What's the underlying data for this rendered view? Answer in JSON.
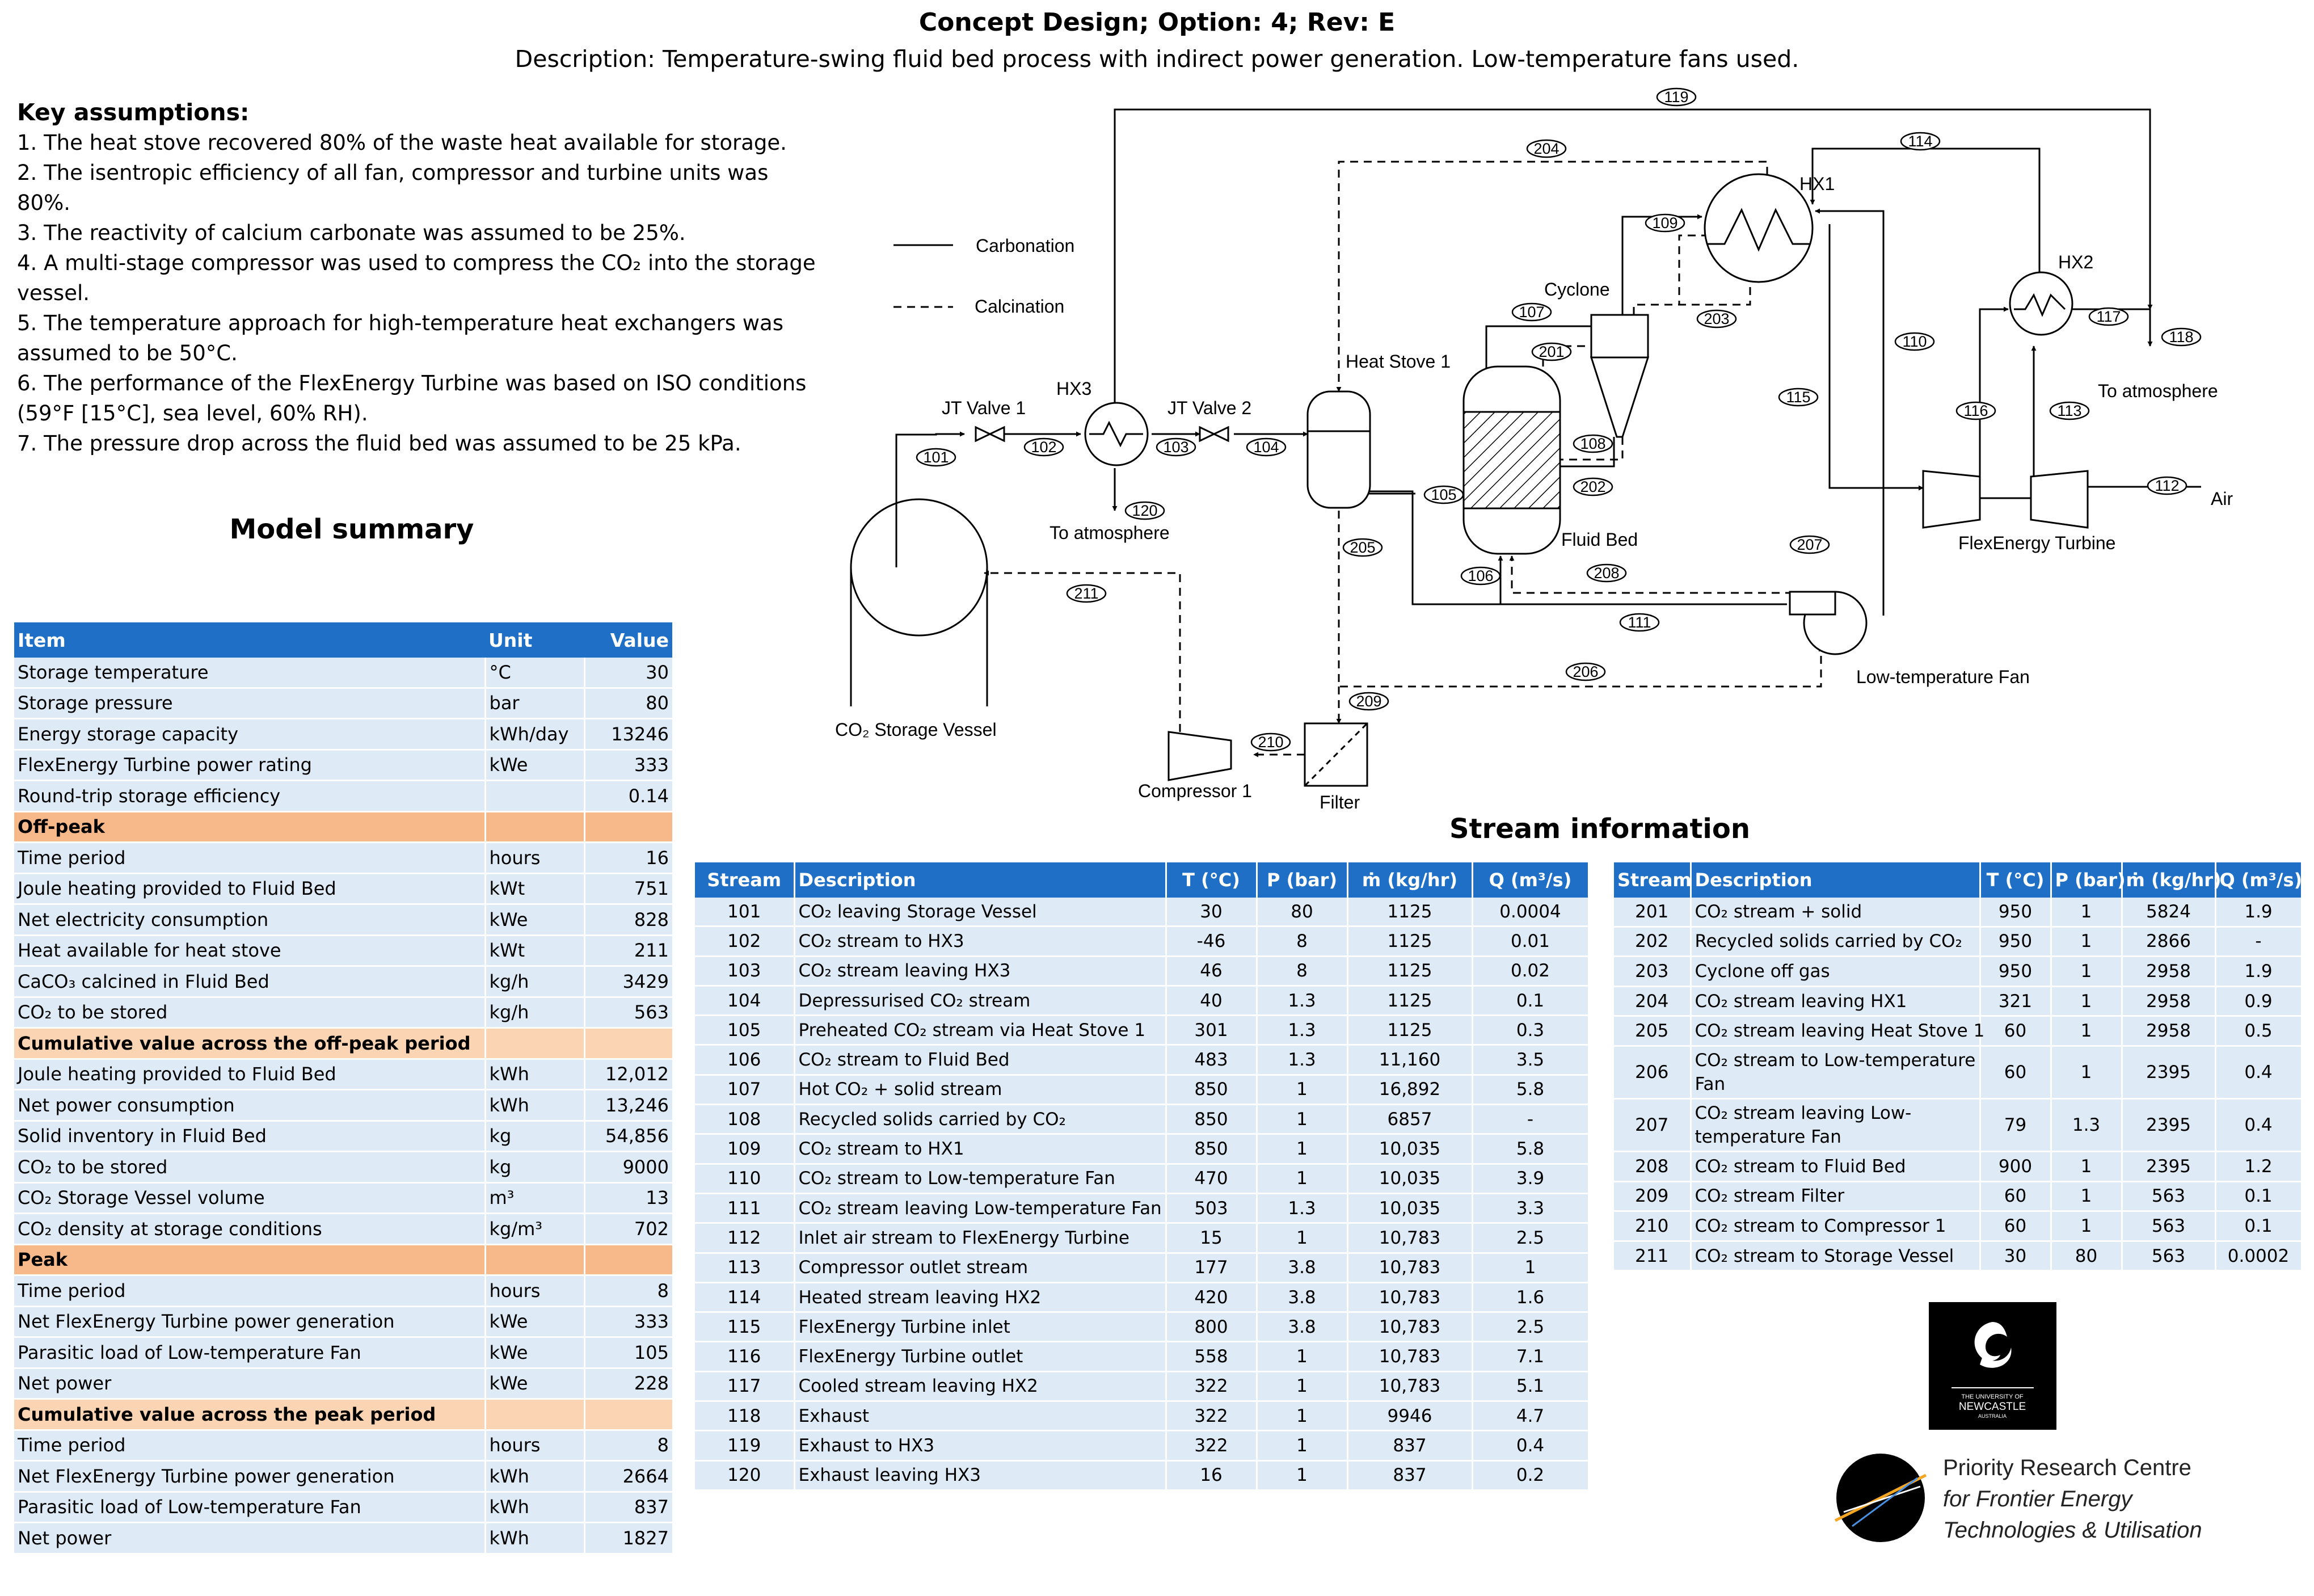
{
  "header": {
    "title": "Concept Design; Option: 4; Rev: E",
    "description": "Description: Temperature-swing fluid bed process with indirect power generation. Low-temperature fans used."
  },
  "key_assumptions": {
    "title": "Key assumptions:",
    "items": [
      "1. The heat stove recovered 80% of the waste heat available for storage.",
      "2. The isentropic efficiency of all fan, compressor and turbine units was 80%.",
      "3. The reactivity of calcium carbonate was assumed to be 25%.",
      "4. A multi-stage compressor was used to compress the CO₂ into the storage vessel.",
      "5. The temperature approach for high-temperature heat exchangers was assumed to be 50°C.",
      "6. The performance of the FlexEnergy Turbine was based on ISO conditions (59°F [15°C], sea level, 60% RH).",
      "7. The pressure drop across the fluid bed was assumed to be 25 kPa."
    ]
  },
  "model_summary": {
    "title": "Model summary",
    "headers": [
      "Item",
      "Unit",
      "Value"
    ],
    "rows": [
      {
        "type": "row",
        "item": "Storage temperature",
        "unit": "°C",
        "value": "30"
      },
      {
        "type": "row",
        "item": "Storage pressure",
        "unit": "bar",
        "value": "80"
      },
      {
        "type": "row",
        "item": "Energy storage capacity",
        "unit": "kWh/day",
        "value": "13246"
      },
      {
        "type": "row",
        "item": "FlexEnergy Turbine power rating",
        "unit": "kWe",
        "value": "333"
      },
      {
        "type": "row",
        "item": "Round-trip storage efficiency",
        "unit": "",
        "value": "0.14"
      },
      {
        "type": "sec",
        "item": "Off-peak",
        "unit": "",
        "value": ""
      },
      {
        "type": "row",
        "item": "Time period",
        "unit": "hours",
        "value": "16"
      },
      {
        "type": "row",
        "item": "Joule heating provided to Fluid Bed",
        "unit": "kWt",
        "value": "751"
      },
      {
        "type": "row",
        "item": "Net electricity consumption",
        "unit": "kWe",
        "value": "828"
      },
      {
        "type": "row",
        "item": "Heat available for heat stove",
        "unit": "kWt",
        "value": "211"
      },
      {
        "type": "row",
        "item": "CaCO₃ calcined in Fluid Bed",
        "unit": "kg/h",
        "value": "3429"
      },
      {
        "type": "row",
        "item": "CO₂ to be stored",
        "unit": "kg/h",
        "value": "563"
      },
      {
        "type": "sub",
        "item": "Cumulative value across the off-peak period",
        "unit": "",
        "value": ""
      },
      {
        "type": "row",
        "item": "Joule heating provided to Fluid Bed",
        "unit": "kWh",
        "value": "12,012"
      },
      {
        "type": "row",
        "item": "Net power consumption",
        "unit": "kWh",
        "value": "13,246"
      },
      {
        "type": "row",
        "item": "Solid inventory in Fluid Bed",
        "unit": "kg",
        "value": "54,856"
      },
      {
        "type": "row",
        "item": "CO₂ to be stored",
        "unit": "kg",
        "value": "9000"
      },
      {
        "type": "row",
        "item": "CO₂ Storage Vessel volume",
        "unit": "m³",
        "value": "13"
      },
      {
        "type": "row",
        "item": "CO₂ density at storage conditions",
        "unit": "kg/m³",
        "value": "702"
      },
      {
        "type": "sec",
        "item": "Peak",
        "unit": "",
        "value": ""
      },
      {
        "type": "row",
        "item": "Time period",
        "unit": "hours",
        "value": "8"
      },
      {
        "type": "row",
        "item": "Net FlexEnergy Turbine power generation",
        "unit": "kWe",
        "value": "333"
      },
      {
        "type": "row",
        "item": "Parasitic load of Low-temperature Fan",
        "unit": "kWe",
        "value": "105"
      },
      {
        "type": "row",
        "item": "Net power",
        "unit": "kWe",
        "value": "228"
      },
      {
        "type": "sub",
        "item": "Cumulative value across the peak period",
        "unit": "",
        "value": ""
      },
      {
        "type": "row",
        "item": "Time period",
        "unit": "hours",
        "value": "8"
      },
      {
        "type": "row",
        "item": "Net FlexEnergy Turbine power generation",
        "unit": "kWh",
        "value": "2664"
      },
      {
        "type": "row",
        "item": "Parasitic load of Low-temperature Fan",
        "unit": "kWh",
        "value": "837"
      },
      {
        "type": "row",
        "item": "Net power",
        "unit": "kWh",
        "value": "1827"
      }
    ]
  },
  "stream_info": {
    "title": "Stream information",
    "headers": [
      "Stream",
      "Description",
      "T (°C)",
      "P (bar)",
      "ṁ (kg/hr)",
      "Q (m³/s)"
    ],
    "table1": [
      [
        "101",
        "CO₂ leaving Storage Vessel",
        "30",
        "80",
        "1125",
        "0.0004"
      ],
      [
        "102",
        "CO₂ stream to HX3",
        "-46",
        "8",
        "1125",
        "0.01"
      ],
      [
        "103",
        "CO₂ stream leaving HX3",
        "46",
        "8",
        "1125",
        "0.02"
      ],
      [
        "104",
        "Depressurised CO₂ stream",
        "40",
        "1.3",
        "1125",
        "0.1"
      ],
      [
        "105",
        "Preheated CO₂ stream via Heat Stove 1",
        "301",
        "1.3",
        "1125",
        "0.3"
      ],
      [
        "106",
        "CO₂ stream to Fluid Bed",
        "483",
        "1.3",
        "11,160",
        "3.5"
      ],
      [
        "107",
        "Hot CO₂ + solid stream",
        "850",
        "1",
        "16,892",
        "5.8"
      ],
      [
        "108",
        "Recycled solids carried by CO₂",
        "850",
        "1",
        "6857",
        "-"
      ],
      [
        "109",
        "CO₂ stream to HX1",
        "850",
        "1",
        "10,035",
        "5.8"
      ],
      [
        "110",
        "CO₂ stream to Low-temperature Fan",
        "470",
        "1",
        "10,035",
        "3.9"
      ],
      [
        "111",
        "CO₂ stream leaving Low-temperature Fan",
        "503",
        "1.3",
        "10,035",
        "3.3"
      ],
      [
        "112",
        "Inlet air stream to FlexEnergy Turbine",
        "15",
        "1",
        "10,783",
        "2.5"
      ],
      [
        "113",
        "Compressor outlet stream",
        "177",
        "3.8",
        "10,783",
        "1"
      ],
      [
        "114",
        "Heated stream leaving HX2",
        "420",
        "3.8",
        "10,783",
        "1.6"
      ],
      [
        "115",
        "FlexEnergy Turbine inlet",
        "800",
        "3.8",
        "10,783",
        "2.5"
      ],
      [
        "116",
        "FlexEnergy Turbine outlet",
        "558",
        "1",
        "10,783",
        "7.1"
      ],
      [
        "117",
        "Cooled stream leaving HX2",
        "322",
        "1",
        "10,783",
        "5.1"
      ],
      [
        "118",
        "Exhaust",
        "322",
        "1",
        "9946",
        "4.7"
      ],
      [
        "119",
        "Exhaust to HX3",
        "322",
        "1",
        "837",
        "0.4"
      ],
      [
        "120",
        "Exhaust leaving HX3",
        "16",
        "1",
        "837",
        "0.2"
      ]
    ],
    "table2": [
      [
        "201",
        "CO₂ stream + solid",
        "950",
        "1",
        "5824",
        "1.9"
      ],
      [
        "202",
        "Recycled solids carried by CO₂",
        "950",
        "1",
        "2866",
        "-"
      ],
      [
        "203",
        "Cyclone off gas",
        "950",
        "1",
        "2958",
        "1.9"
      ],
      [
        "204",
        "CO₂ stream leaving HX1",
        "321",
        "1",
        "2958",
        "0.9"
      ],
      [
        "205",
        "CO₂ stream leaving Heat Stove 1",
        "60",
        "1",
        "2958",
        "0.5"
      ],
      [
        "206",
        "CO₂ stream to Low-temperature Fan",
        "60",
        "1",
        "2395",
        "0.4"
      ],
      [
        "207",
        "CO₂ stream leaving Low-temperature Fan",
        "79",
        "1.3",
        "2395",
        "0.4"
      ],
      [
        "208",
        "CO₂ stream to Fluid Bed",
        "900",
        "1",
        "2395",
        "1.2"
      ],
      [
        "209",
        "CO₂ stream Filter",
        "60",
        "1",
        "563",
        "0.1"
      ],
      [
        "210",
        "CO₂ stream to Compressor 1",
        "60",
        "1",
        "563",
        "0.1"
      ],
      [
        "211",
        "CO₂ stream to Storage Vessel",
        "30",
        "80",
        "563",
        "0.0002"
      ]
    ]
  },
  "diagram": {
    "legend": {
      "solid": "Carbonation",
      "dashed": "Calcination"
    },
    "equipment": {
      "jt1": "JT Valve 1",
      "hx3": "HX3",
      "jt2": "JT Valve 2",
      "heat_stove": "Heat Stove 1",
      "cyclone": "Cyclone",
      "hx1": "HX1",
      "hx2": "HX2",
      "fluid_bed": "Fluid Bed",
      "turbine": "FlexEnergy Turbine",
      "fan": "Low-temperature Fan",
      "vessel": "CO₂ Storage Vessel",
      "compressor": "Compressor 1",
      "filter": "Filter",
      "atm1": "To atmosphere",
      "atm2": "To atmosphere",
      "air": "Air"
    },
    "streams": {
      "s101": "101",
      "s102": "102",
      "s103": "103",
      "s104": "104",
      "s105": "105",
      "s106": "106",
      "s107": "107",
      "s108": "108",
      "s109": "109",
      "s110": "110",
      "s111": "111",
      "s112": "112",
      "s113": "113",
      "s114": "114",
      "s115": "115",
      "s116": "116",
      "s117": "117",
      "s118": "118",
      "s119": "119",
      "s120": "120",
      "s201": "201",
      "s202": "202",
      "s203": "203",
      "s204": "204",
      "s205": "205",
      "s206": "206",
      "s207": "207",
      "s208": "208",
      "s209": "209",
      "s210": "210",
      "s211": "211"
    }
  },
  "logos": {
    "uon_text": "THE UNIVERSITY OF NEWCASTLE AUSTRALIA",
    "centre_line1": "Priority Research Centre",
    "centre_line2": "for Frontier Energy",
    "centre_line3": "Technologies & Utilisation"
  }
}
